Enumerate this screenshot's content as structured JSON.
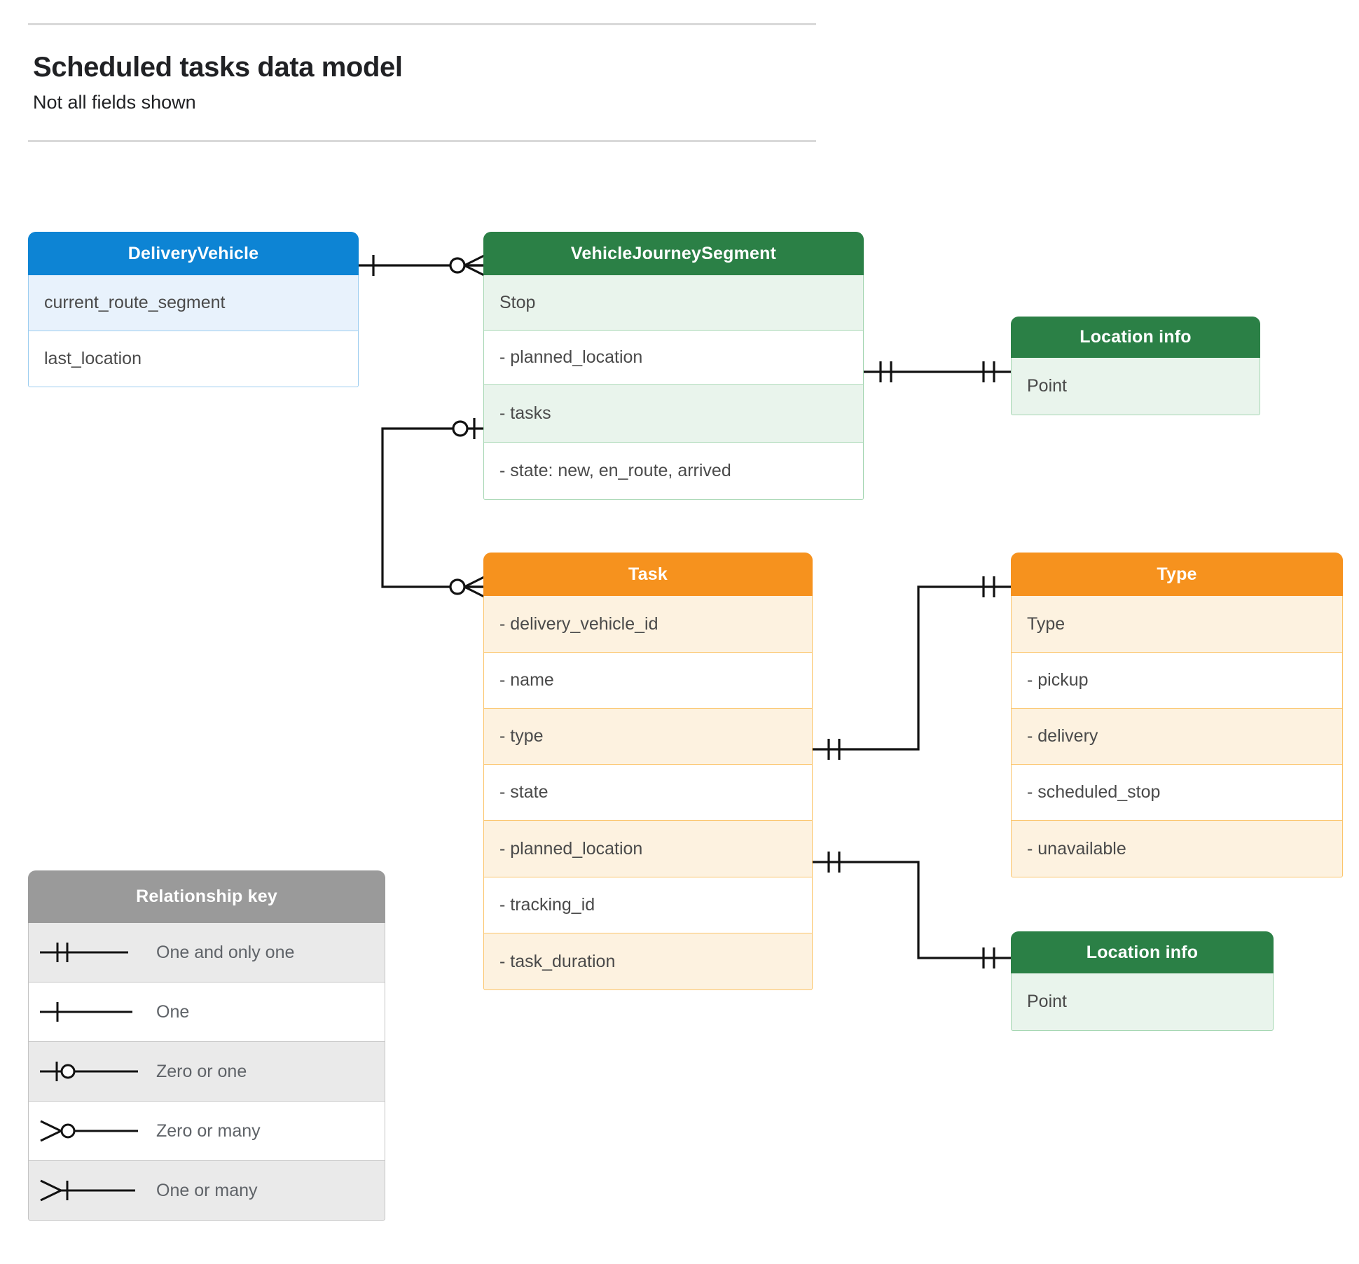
{
  "header": {
    "title": "Scheduled tasks data model",
    "subtitle": "Not all fields shown"
  },
  "entities": {
    "delivery_vehicle": {
      "name": "DeliveryVehicle",
      "color": "#0d84d4",
      "rows": [
        "current_route_segment",
        "last_location"
      ]
    },
    "vehicle_journey_segment": {
      "name": "VehicleJourneySegment",
      "color": "#2b8046",
      "rows": [
        "Stop",
        "-  planned_location",
        "- tasks",
        "- state: new, en_route, arrived"
      ]
    },
    "location_info_top": {
      "name": "Location info",
      "color": "#2b8046",
      "rows": [
        "Point"
      ]
    },
    "task": {
      "name": "Task",
      "color": "#f6921e",
      "rows": [
        "- delivery_vehicle_id",
        "- name",
        "- type",
        "- state",
        "- planned_location",
        "- tracking_id",
        "- task_duration"
      ]
    },
    "type": {
      "name": "Type",
      "color": "#f6921e",
      "rows": [
        "Type",
        "-   pickup",
        "-  delivery",
        "-  scheduled_stop",
        "-  unavailable"
      ]
    },
    "location_info_bottom": {
      "name": "Location info",
      "color": "#2b8046",
      "rows": [
        "Point"
      ]
    }
  },
  "legend": {
    "title": "Relationship key",
    "items": [
      {
        "symbol": "one-and-only-one-icon",
        "label": "One and only one"
      },
      {
        "symbol": "one-icon",
        "label": "One"
      },
      {
        "symbol": "zero-or-one-icon",
        "label": "Zero or one"
      },
      {
        "symbol": "zero-or-many-icon",
        "label": "Zero or many"
      },
      {
        "symbol": "one-or-many-icon",
        "label": "One or many"
      }
    ]
  },
  "relationships": [
    {
      "from": "DeliveryVehicle",
      "to": "VehicleJourneySegment",
      "from_card": "One",
      "to_card": "Zero or many"
    },
    {
      "from": "VehicleJourneySegment.planned_location",
      "to": "Location info (top)",
      "from_card": "One and only one",
      "to_card": "One and only one"
    },
    {
      "from": "VehicleJourneySegment.tasks",
      "to": "Task",
      "from_card": "Zero or one",
      "to_card": "Zero or many"
    },
    {
      "from": "Task.type",
      "to": "Type",
      "from_card": "One and only one",
      "to_card": "One and only one"
    },
    {
      "from": "Task.planned_location",
      "to": "Location info (bottom)",
      "from_card": "One and only one",
      "to_card": "One and only one"
    }
  ]
}
